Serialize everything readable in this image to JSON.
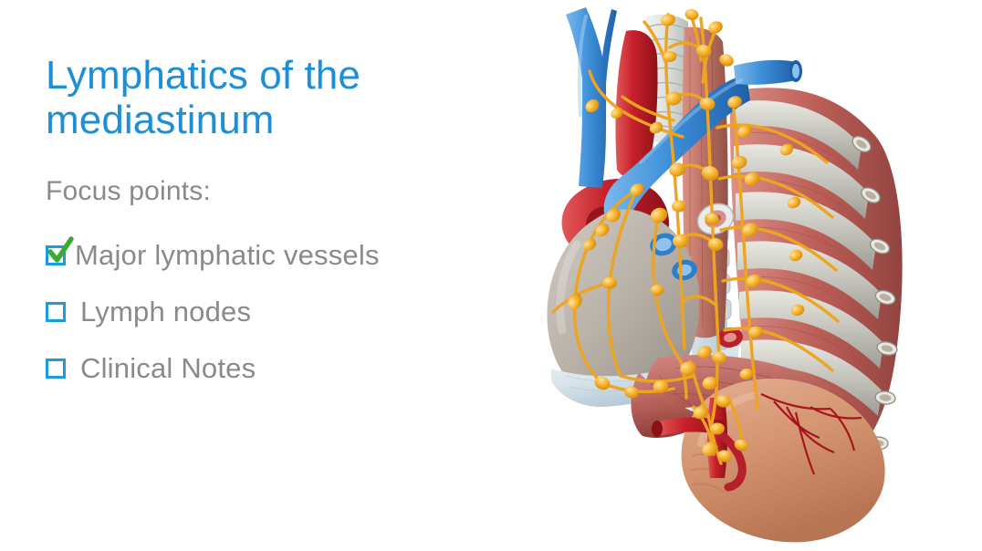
{
  "slide": {
    "background_color": "#ffffff",
    "title": "Lymphatics of the\nmediastinum",
    "title_color": "#1c8fd6",
    "focus_label": "Focus points:",
    "text_color": "#8a8a8a",
    "checkbox_color": "#1b9ae2",
    "check_color": "#3aaa35"
  },
  "focus_points": [
    {
      "label": "Major lymphatic vessels",
      "checked": true,
      "checkbox_icon": "checkbox-checked-icon"
    },
    {
      "label": "Lymph nodes",
      "checked": false,
      "checkbox_icon": "checkbox-empty-icon"
    },
    {
      "label": "Clinical Notes",
      "checked": false,
      "checkbox_icon": "checkbox-empty-icon"
    }
  ],
  "illustration": {
    "name": "mediastinum-lymphatics-illustration",
    "description": "Anterior view of the thorax with the anterior chest wall and lungs removed, showing the heart, great vessels, trachea, bronchi, ribs with intercostal muscles, the diaphragm and stomach, and the mediastinal lymphatic vessels and lymph nodes.",
    "structures": [
      "heart",
      "aortic arch",
      "brachiocephalic veins",
      "superior vena cava",
      "trachea",
      "main bronchus",
      "pulmonary veins",
      "esophagus",
      "thoracic vertebrae",
      "ribs",
      "intercostal muscles",
      "diaphragm",
      "stomach",
      "gastric arteries",
      "lymphatic vessels",
      "lymph nodes"
    ],
    "colors": {
      "artery": "#c4232b",
      "vein": "#3d8fd8",
      "lymphatic": "#f2a81d",
      "lymph_node": "#f7b733",
      "heart": "#b3aca4",
      "muscle": "#c0635d",
      "bone": "#c9c9c2",
      "stomach": "#d79a77",
      "trachea": "#dfe2e0"
    }
  }
}
